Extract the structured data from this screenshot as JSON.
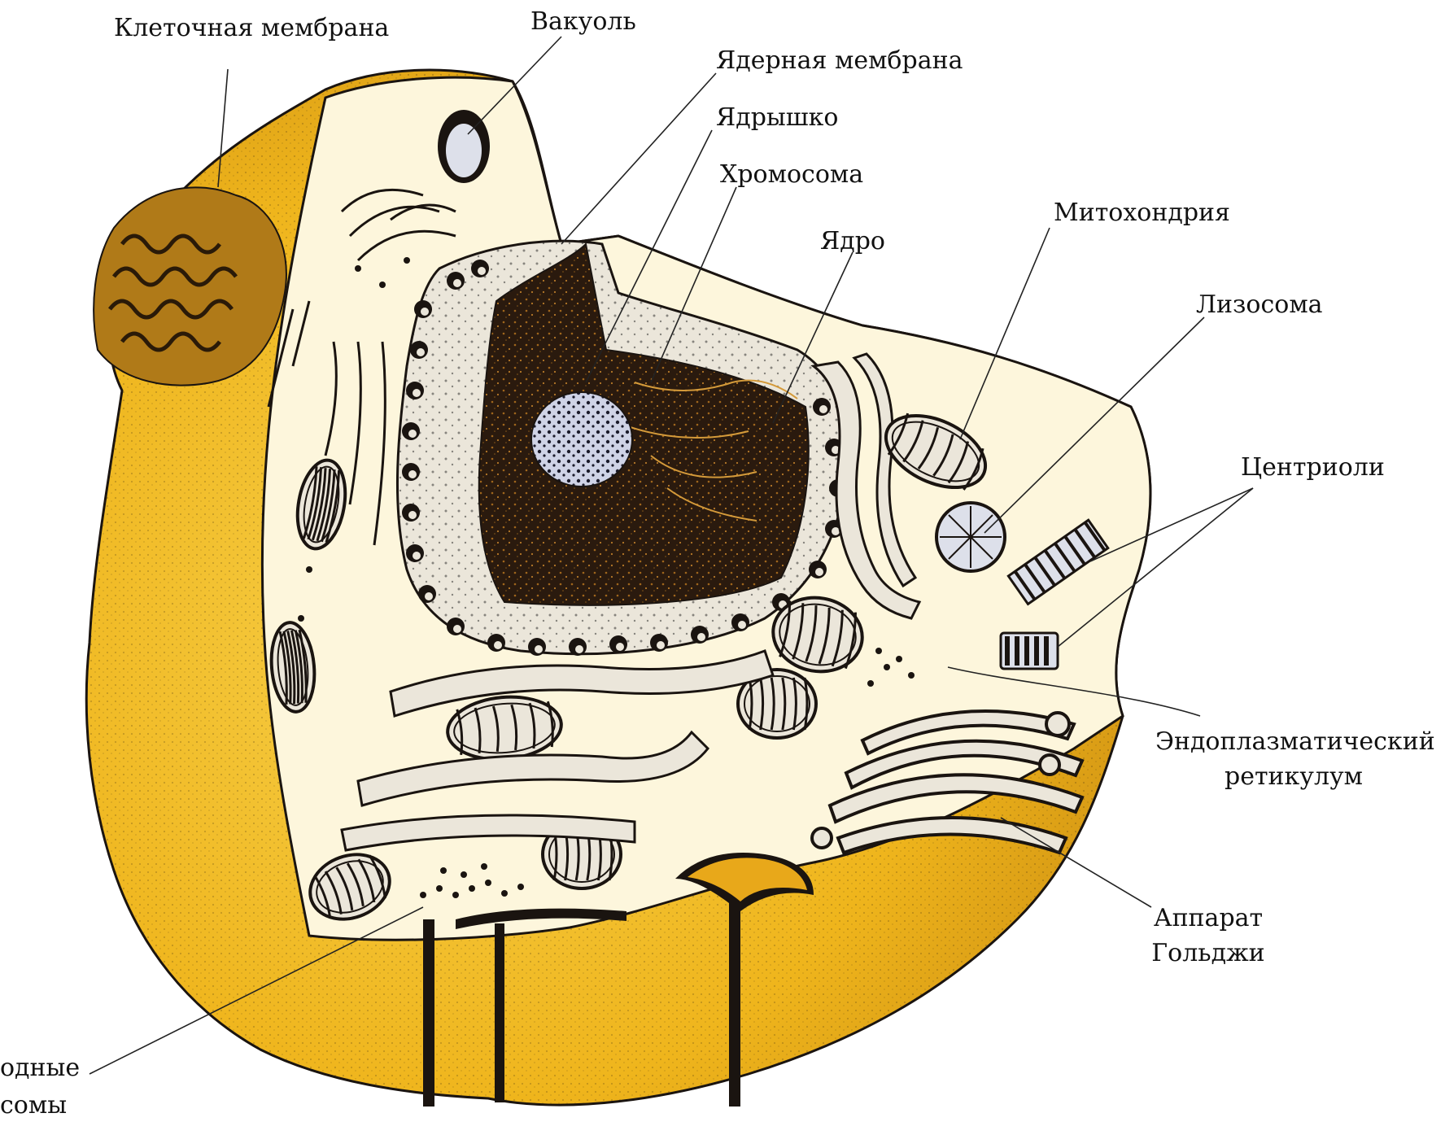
{
  "labels": {
    "cell_membrane": "Клеточная мембрана",
    "vacuole": "Вакуоль",
    "nuclear_membrane": "Ядерная мембрана",
    "nucleolus": "Ядрышко",
    "chromosome": "Хромосома",
    "nucleus": "Ядро",
    "mitochondrion": "Митохондрия",
    "lysosome": "Лизосома",
    "centrioles": "Центриоли",
    "er_line1": "Эндоплазматический",
    "er_line2": "ретикулум",
    "golgi_line1": "Аппарат",
    "golgi_line2": "Гольджи",
    "free_ribosomes_line1": "одные",
    "free_ribosomes_line2": "сомы"
  },
  "colors": {
    "cytoplasm_outer": "#f0b91e",
    "cytoplasm_dark": "#c98a10",
    "cytoplasm_inner": "#fdf6dc",
    "nucleus_dark": "#2a1a0e",
    "organelle_fill": "#ece6d6",
    "outline": "#1a1410"
  }
}
